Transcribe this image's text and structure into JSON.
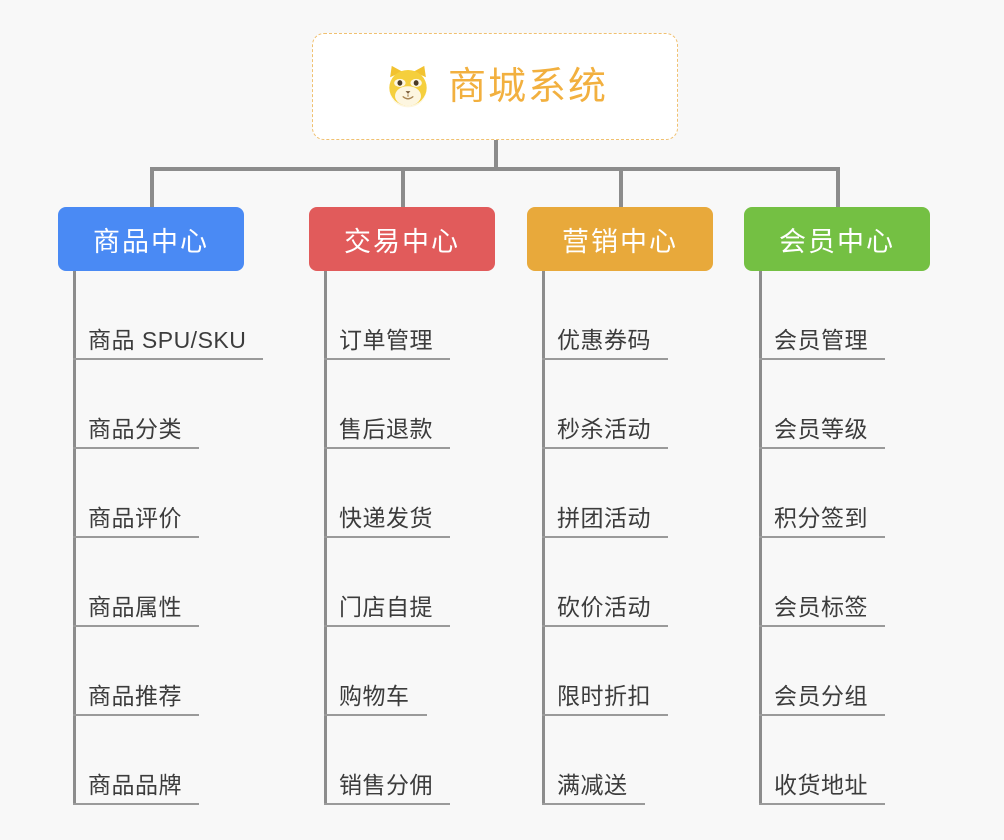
{
  "page": {
    "background_color": "#f8f8f8",
    "type": "mindmap"
  },
  "root": {
    "title": "商城系统",
    "icon": "shiba-dog-face-icon",
    "text_color": "#f2b03f",
    "border_color": "#f0c070",
    "background_color": "#ffffff"
  },
  "branches": [
    {
      "label": "商品中心",
      "color": "#4a8af4",
      "items": [
        "商品 SPU/SKU",
        "商品分类",
        "商品评价",
        "商品属性",
        "商品推荐",
        "商品品牌"
      ]
    },
    {
      "label": "交易中心",
      "color": "#e15b5b",
      "items": [
        "订单管理",
        "售后退款",
        "快递发货",
        "门店自提",
        "购物车",
        "销售分佣"
      ]
    },
    {
      "label": "营销中心",
      "color": "#e8a93b",
      "items": [
        "优惠券码",
        "秒杀活动",
        "拼团活动",
        "砍价活动",
        "限时折扣",
        "满减送"
      ]
    },
    {
      "label": "会员中心",
      "color": "#74c043",
      "items": [
        "会员管理",
        "会员等级",
        "积分签到",
        "会员标签",
        "会员分组",
        "收货地址"
      ]
    }
  ]
}
